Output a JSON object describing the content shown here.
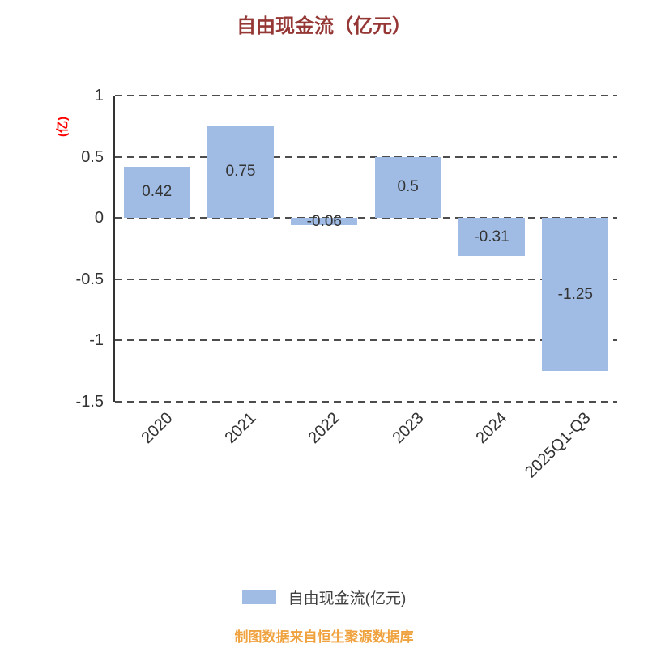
{
  "chart_data": {
    "type": "bar",
    "title": "自由现金流（亿元）",
    "categories": [
      "2020",
      "2021",
      "2022",
      "2023",
      "2024",
      "2025Q1-Q3"
    ],
    "values": [
      0.42,
      0.75,
      -0.06,
      0.5,
      -0.31,
      -1.25
    ],
    "bar_value_labels": [
      "0.42",
      "0.75",
      "-0.06",
      "0.5",
      "-0.31",
      "-1.25"
    ],
    "ylabel": "(亿)",
    "ylim": [
      -1.5,
      1
    ],
    "yticks": [
      1,
      0.5,
      0,
      -0.5,
      -1,
      -1.5
    ],
    "grid": "horizontal-dashed",
    "legend": {
      "position": "bottom",
      "label": "自由现金流(亿元)"
    }
  },
  "footer_note": "制图数据来自恒生聚源数据库",
  "colors": {
    "bar": "#A0BCE4",
    "title": "#953735",
    "unit": "#FF0000",
    "grid": "#4D4D4D",
    "axis": "#333333",
    "text": "#333333",
    "legendtext": "#3F3F3F",
    "footer": "#EFA23E"
  }
}
